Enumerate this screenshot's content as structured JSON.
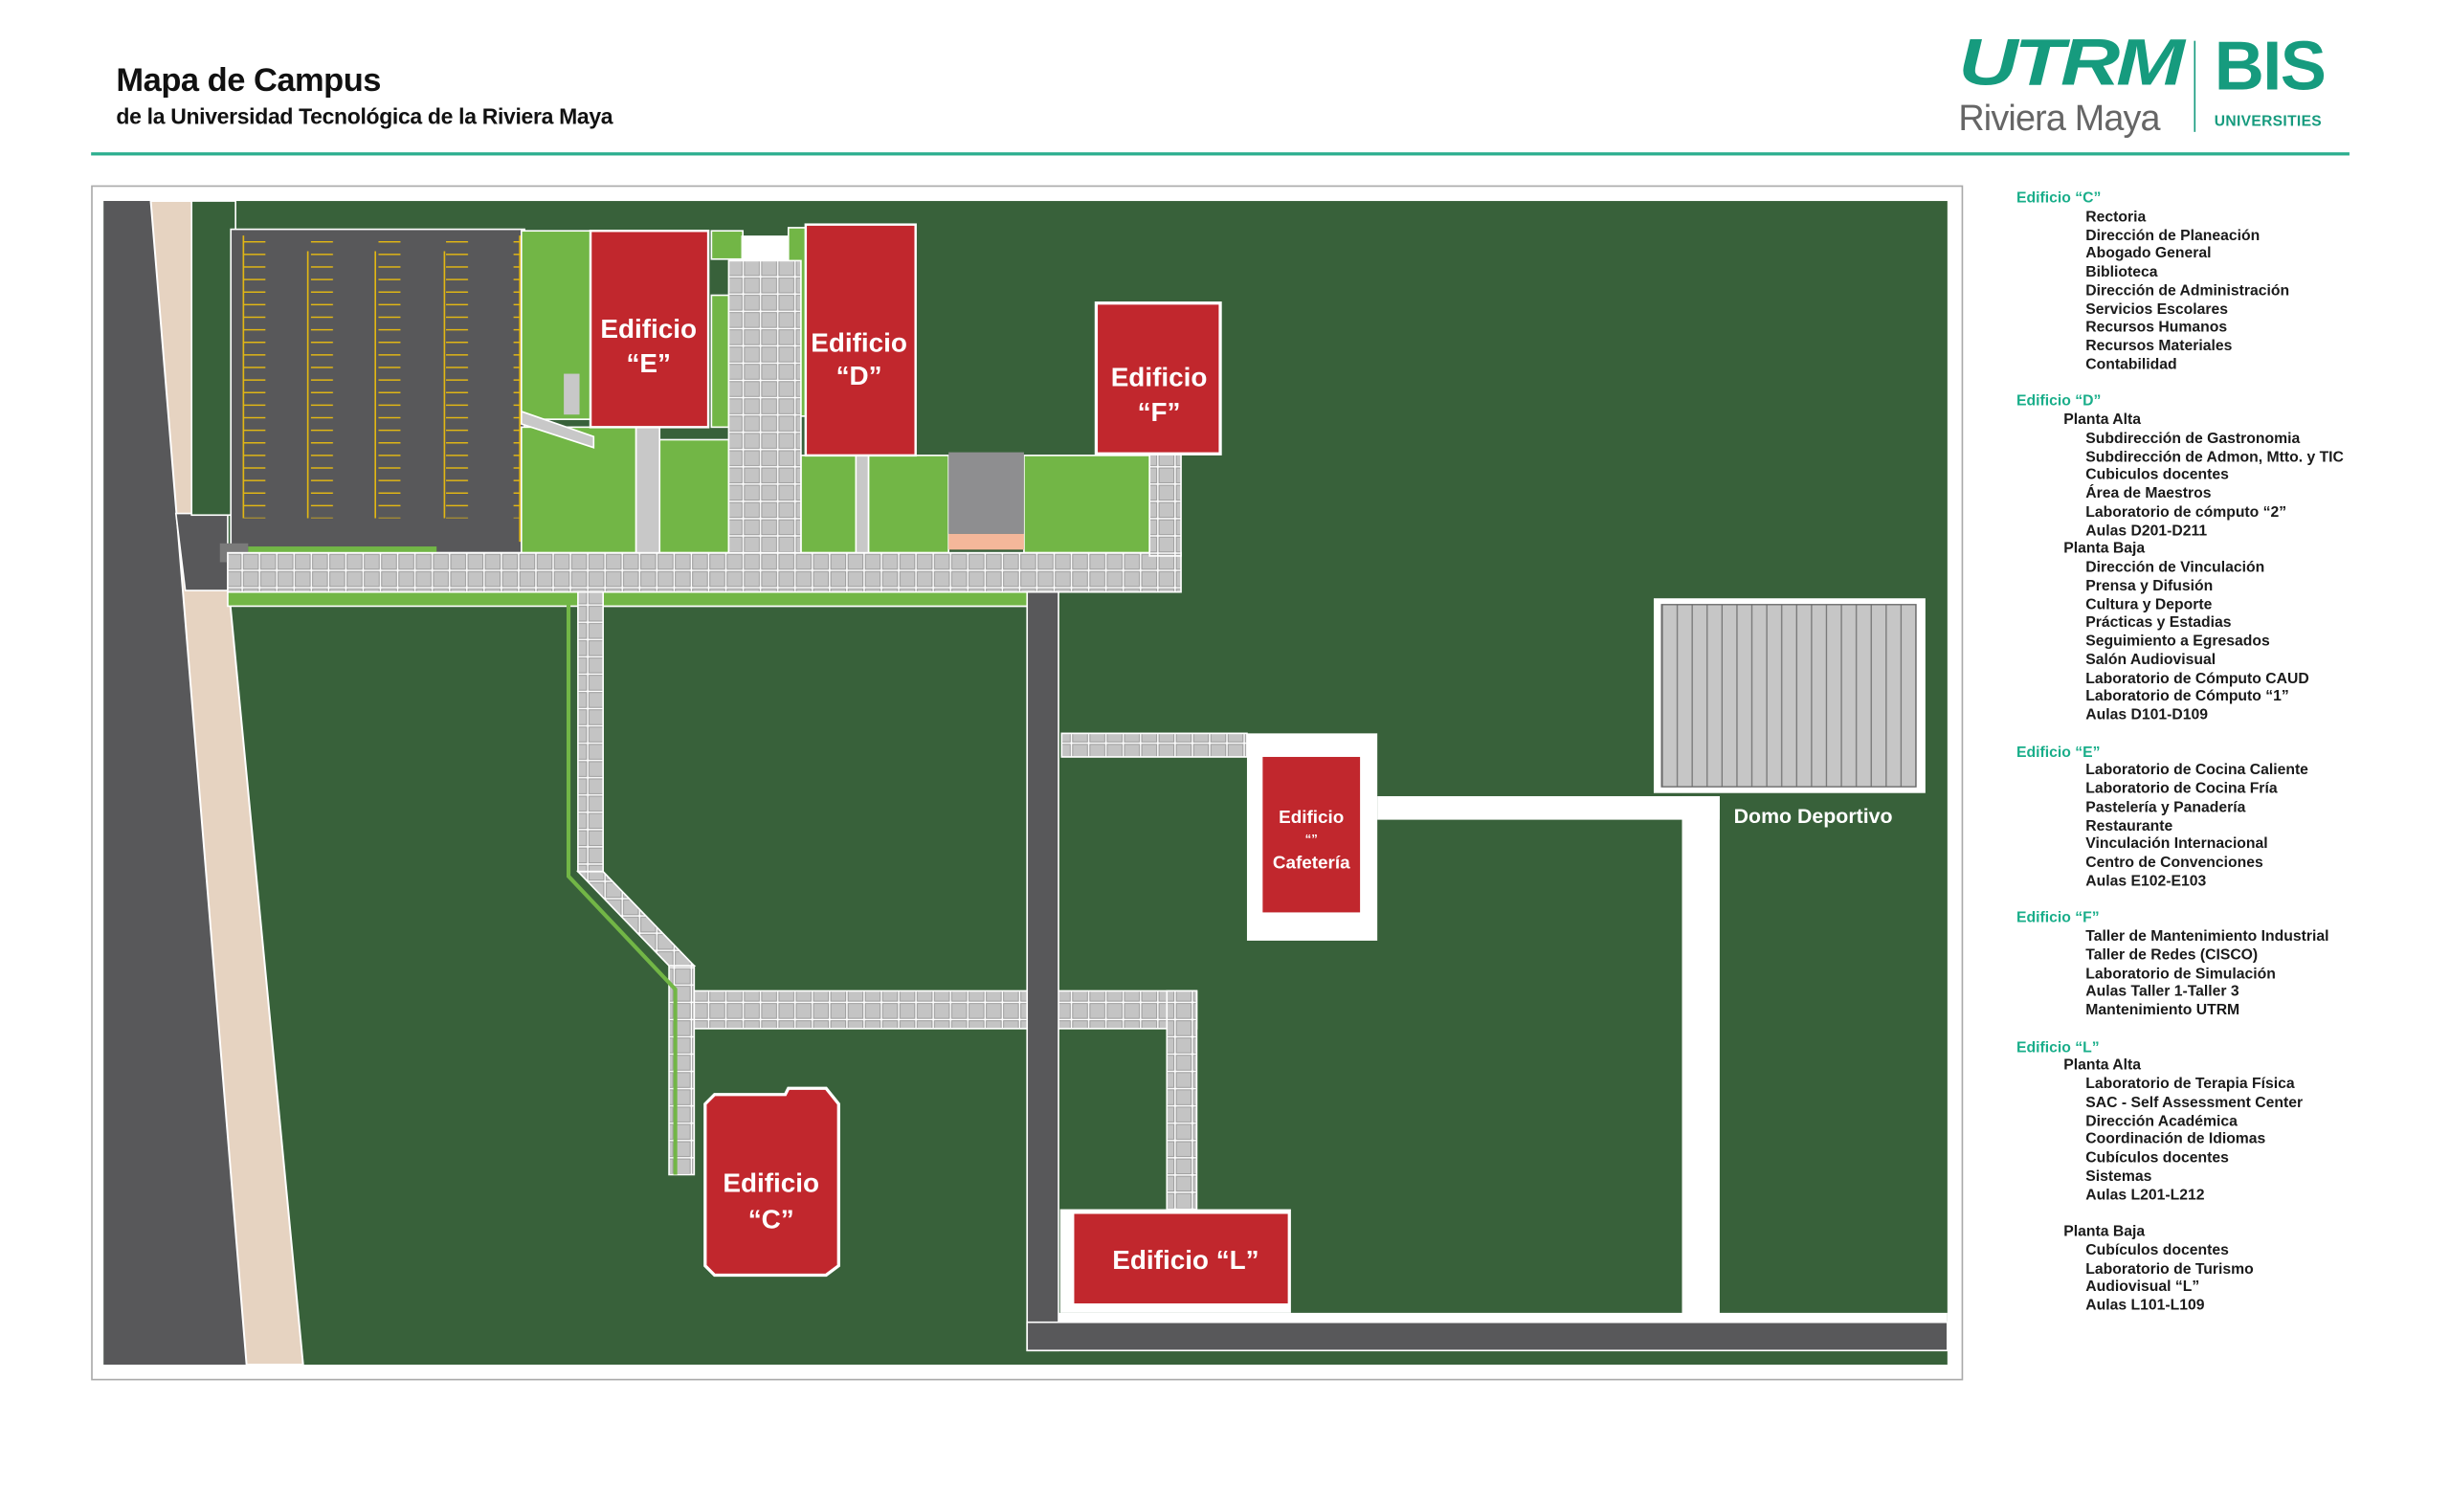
{
  "header": {
    "title": "Mapa de Campus",
    "subtitle": "de la Universidad Tecnológica de la Riviera Maya"
  },
  "logo": {
    "utrm": "UTRM",
    "riviera_maya": "Riviera Maya",
    "bis": "BIS",
    "universities": "UNIVERSITIES"
  },
  "map": {
    "buildings": {
      "E": {
        "line1": "Edificio",
        "line2": "“E”"
      },
      "D": {
        "line1": "Edificio",
        "line2": "“D”"
      },
      "F": {
        "line1": "Edificio",
        "line2": "“F”"
      },
      "C": {
        "line1": "Edificio",
        "line2": "“C”"
      },
      "L": {
        "line1": "Edificio “L”"
      },
      "cafeteria": {
        "line1": "Edificio",
        "line2": "“”",
        "line3": "Cafetería"
      }
    },
    "domo_label": "Domo Deportivo"
  },
  "colors": {
    "building": "#C1272D",
    "grass_dark": "#38613A",
    "grass_light": "#72B646",
    "road": "#58585A",
    "accent": "#1AAE8A"
  },
  "legend": [
    {
      "heading": "Edificio “C”",
      "groups": [
        {
          "sub": null,
          "items": [
            "Rectoria",
            "Dirección de Planeación",
            "Abogado General",
            "Biblioteca",
            "Dirección de Administración",
            "Servicios Escolares",
            "Recursos Humanos",
            "Recursos Materiales",
            "Contabilidad"
          ]
        }
      ]
    },
    {
      "heading": "Edificio “D”",
      "groups": [
        {
          "sub": "Planta Alta",
          "items": [
            "Subdirección de Gastronomia",
            "Subdirección de Admon, Mtto. y TIC",
            "Cubiculos docentes",
            "Área de Maestros",
            "Laboratorio de  cómputo “2”",
            "Aulas D201-D211"
          ]
        },
        {
          "sub": "Planta Baja",
          "items": [
            "Dirección de Vinculación",
            "Prensa y Difusión",
            "Cultura y Deporte",
            "Prácticas y Estadias",
            "Seguimiento a Egresados",
            "Salón Audiovisual",
            "Laboratorio de Cómputo CAUD",
            "Laboratorio de Cómputo “1”",
            "Aulas D101-D109"
          ]
        }
      ]
    },
    {
      "heading": "Edificio “E”",
      "groups": [
        {
          "sub": null,
          "items": [
            "Laboratorio de Cocina Caliente",
            "Laboratorio de Cocina Fría",
            "Pastelería y Panadería",
            "Restaurante",
            "Vinculación Internacional",
            "Centro de Convenciones",
            "Aulas E102-E103"
          ]
        }
      ]
    },
    {
      "heading": "Edificio “F”",
      "groups": [
        {
          "sub": null,
          "items": [
            "Taller de Mantenimiento Industrial",
            "Taller de Redes (CISCO)",
            "Laboratorio de Simulación",
            "Aulas Taller 1-Taller 3",
            "Mantenimiento UTRM"
          ]
        }
      ]
    },
    {
      "heading": "Edificio “L”",
      "groups": [
        {
          "sub": "Planta Alta",
          "items": [
            "Laboratorio de Terapia Física",
            "SAC - Self Assessment Center",
            "Dirección Académica",
            "Coordinación de Idiomas",
            "Cubículos docentes",
            "Sistemas",
            "Aulas L201-L212"
          ]
        },
        {
          "sub": "Planta Baja",
          "gap_before": true,
          "items": [
            "Cubículos docentes",
            "Laboratorio de Turismo",
            "Audiovisual “L”",
            "Aulas L101-L109"
          ]
        }
      ]
    }
  ]
}
